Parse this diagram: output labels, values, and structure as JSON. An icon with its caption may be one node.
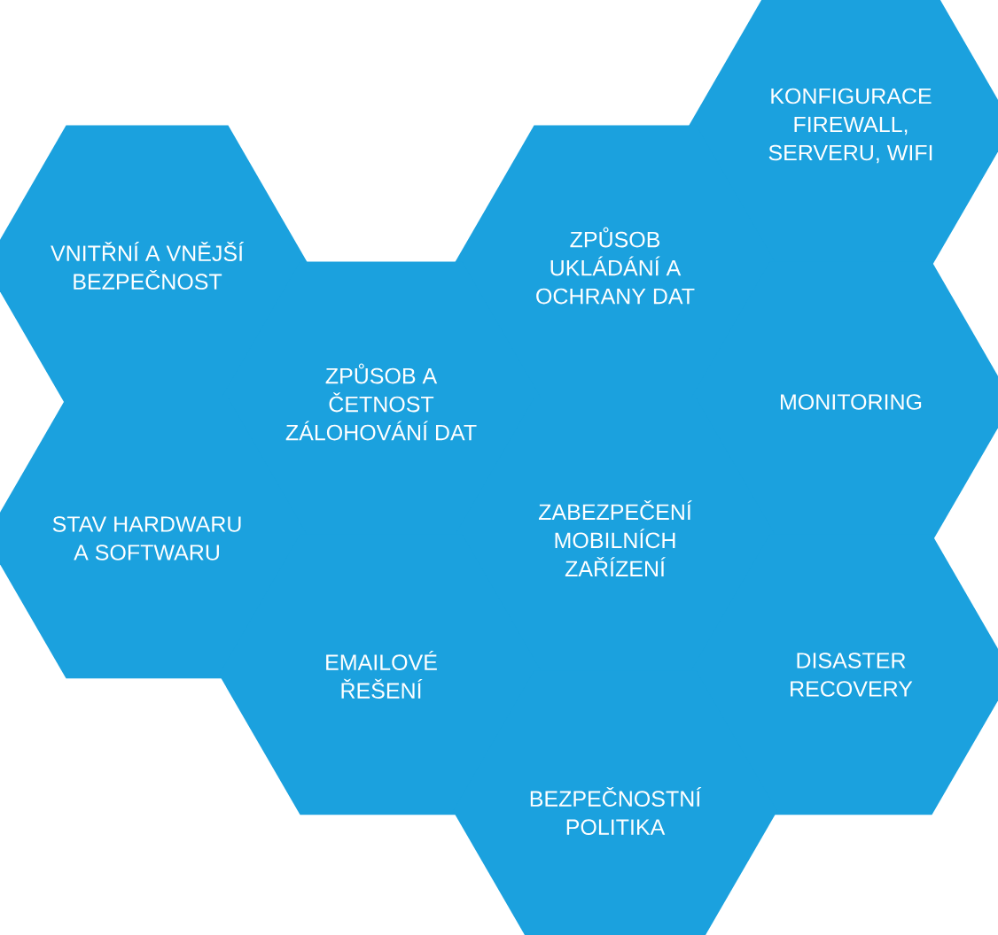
{
  "diagram": {
    "nodes": [
      {
        "text": [
          "KONFIGURACE FIREWALL, SERVERU, WIFI"
        ]
      },
      {
        "text": [
          "VNITŘNÍ A VNĚJŠÍ BEZPEČNOST"
        ]
      },
      {
        "text": [
          "ZPŮSOB UKLÁDÁNÍ A OCHRANY DAT"
        ]
      },
      {
        "text": [
          "ZPŮSOB A ČETNOST ZÁLOHOVÁNÍ DAT"
        ]
      },
      {
        "text": [
          "MONITORING"
        ]
      },
      {
        "text": [
          "STAV HARDWARU A SOFTWARU"
        ]
      },
      {
        "text": [
          "ZABEZPEČENÍ MOBILNÍCH ZAŘÍZENÍ"
        ]
      },
      {
        "text": [
          "EMAILOVÉ ŘEŠENÍ"
        ]
      },
      {
        "text": [
          "DISASTER RECOVERY"
        ]
      },
      {
        "text": [
          "BEZPEČNOSTNÍ POLITIKA"
        ]
      }
    ]
  }
}
